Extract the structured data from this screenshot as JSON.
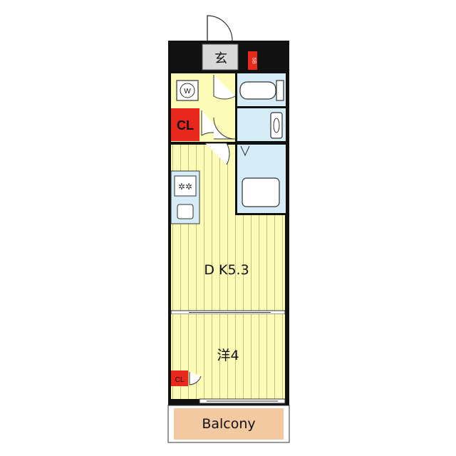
{
  "rooms": {
    "entrance": "玄",
    "shoe_box": "SB",
    "washer": "W",
    "closet_large": "CL",
    "closet_small": "CL",
    "dining_kitchen": "D K5.3",
    "western_room": "洋4",
    "balcony": "Balcony"
  },
  "colors": {
    "floor_yellow": "#fdfbb8",
    "floor_line": "#b8b26a",
    "wet_blue": "#d6ecf7",
    "closet_red": "#e8281c",
    "balcony_tan": "#f3c9a2",
    "wall": "#111111",
    "entrance_gray": "#d8d8d8"
  },
  "icons": [
    "door-swing-icon",
    "washer-icon",
    "toilet-icon",
    "sink-icon",
    "bathtub-icon",
    "stove-icon",
    "kitchen-sink-icon",
    "sliding-door-icon"
  ]
}
